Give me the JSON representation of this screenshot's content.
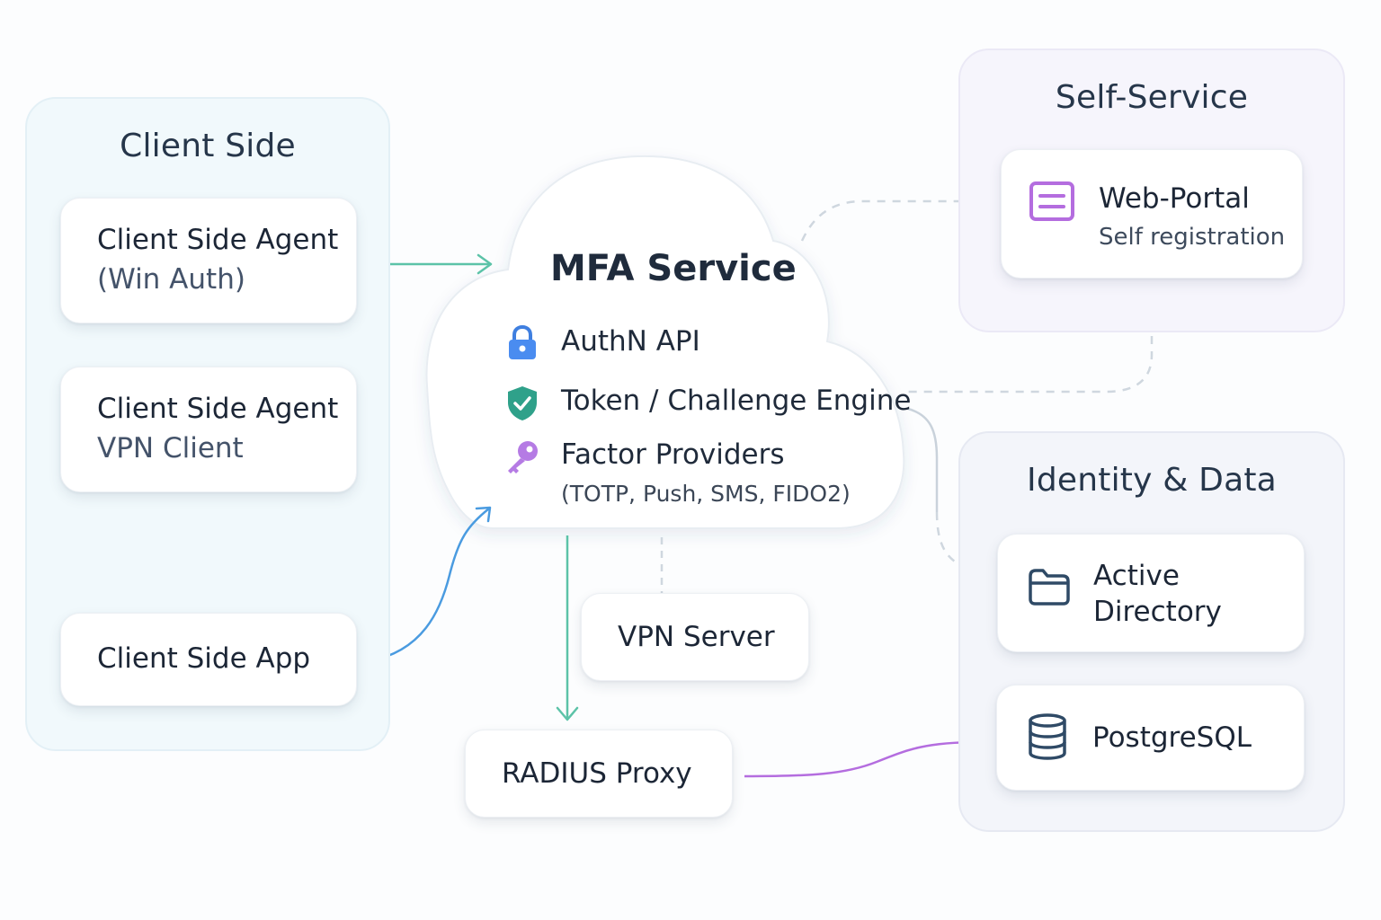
{
  "groups": {
    "client_side": {
      "title": "Client Side",
      "agent_win": {
        "title": "Client Side Agent",
        "subtitle": "(Win Auth)"
      },
      "agent_vpn": {
        "title": "Client Side Agent",
        "subtitle": "VPN Client"
      },
      "app": {
        "title": "Client Side App"
      }
    },
    "self_service": {
      "title": "Self-Service",
      "web_portal": {
        "title": "Web-Portal",
        "subtitle": "Self registration"
      }
    },
    "identity_data": {
      "title": "Identity & Data",
      "active_directory": {
        "line1": "Active",
        "line2": "Directory"
      },
      "postgresql": {
        "title": "PostgreSQL"
      }
    }
  },
  "mfa_service": {
    "title": "MFA Service",
    "items": [
      {
        "label": "AuthN API",
        "icon": "lock-icon"
      },
      {
        "label": "Token / Challenge Engine",
        "icon": "shield-check-icon"
      },
      {
        "label": "Factor Providers",
        "icon": "key-icon",
        "detail": "(TOTP, Push, SMS, FIDO2)"
      }
    ]
  },
  "vpn_server": {
    "title": "VPN Server"
  },
  "radius_proxy": {
    "title": "RADIUS Proxy"
  },
  "colors": {
    "teal": "#5cc3a8",
    "blue": "#4a9be0",
    "purple": "#b46ddf",
    "dashed": "#cfd7df"
  }
}
